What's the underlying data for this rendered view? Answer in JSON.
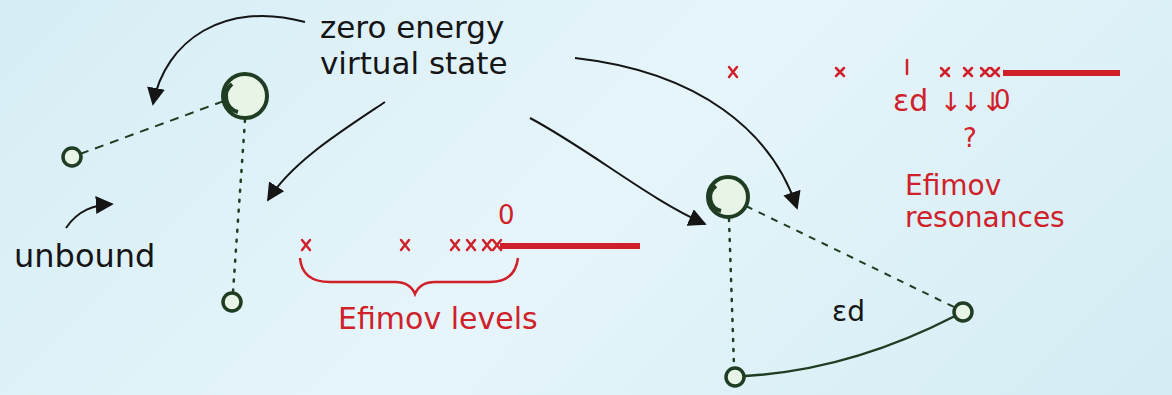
{
  "diagram": {
    "labels": [
      "zero energy virtual state",
      "unbound",
      "0",
      "Efimov levels",
      "εd",
      "↓",
      "↓↓",
      "0",
      "?",
      "Efimov resonances",
      "εd"
    ]
  }
}
